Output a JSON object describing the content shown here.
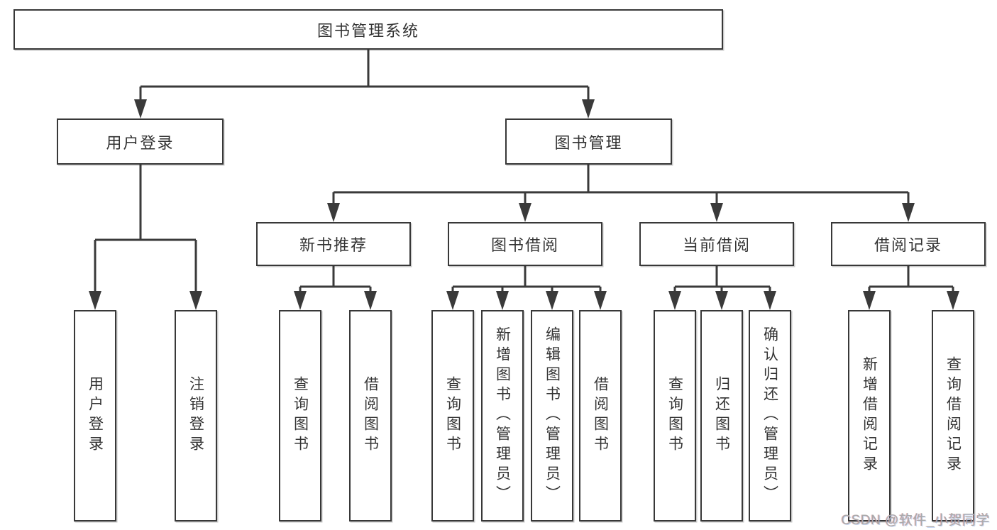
{
  "tree": {
    "label": "图书管理系统",
    "children": [
      {
        "label": "用户登录",
        "children": [
          {
            "label": "用户登录"
          },
          {
            "label": "注销登录"
          }
        ]
      },
      {
        "label": "图书管理",
        "children": [
          {
            "label": "新书推荐",
            "children": [
              {
                "label": "查询图书"
              },
              {
                "label": "借阅图书"
              }
            ]
          },
          {
            "label": "图书借阅",
            "children": [
              {
                "label": "查询图书"
              },
              {
                "label": "新增图书（管理员）"
              },
              {
                "label": "编辑图书（管理员）"
              },
              {
                "label": "借阅图书"
              }
            ]
          },
          {
            "label": "当前借阅",
            "children": [
              {
                "label": "查询图书"
              },
              {
                "label": "归还图书"
              },
              {
                "label": "确认归还（管理员）"
              }
            ]
          },
          {
            "label": "借阅记录",
            "children": [
              {
                "label": "新增借阅记录"
              },
              {
                "label": "查询借阅记录"
              }
            ]
          }
        ]
      }
    ]
  },
  "watermark": {
    "text": "CSDN @软件_小贺同学"
  },
  "colors": {
    "line": "#3a3a3a",
    "box_border": "#383838",
    "text": "#333333",
    "background": "#ffffff",
    "watermark": "#a9a9a9"
  }
}
